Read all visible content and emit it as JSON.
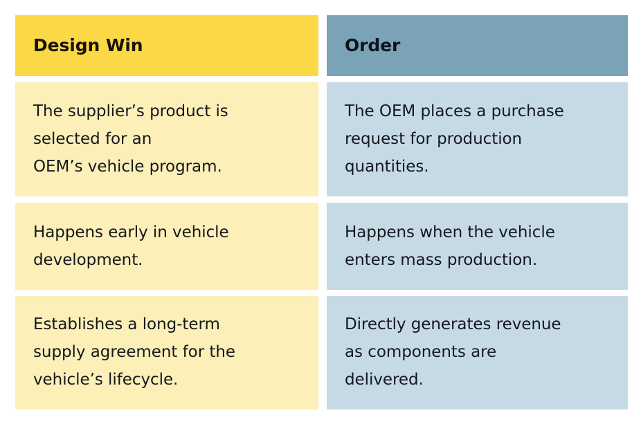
{
  "table": {
    "columns": [
      {
        "id": "design-win",
        "header": "Design Win",
        "header_color": "#FBD946",
        "body_color": "#FDEFB8"
      },
      {
        "id": "order",
        "header": "Order",
        "header_color": "#7BA3B8",
        "body_color": "#C6DAE6"
      }
    ],
    "rows": [
      {
        "design_win": "The supplier’s product is\nselected for an\nOEM’s vehicle program.",
        "order": "The OEM places a purchase\nrequest for production\nquantities."
      },
      {
        "design_win": "Happens early in vehicle\ndevelopment.",
        "order": "Happens when the vehicle\nenters mass production."
      },
      {
        "design_win": "Establishes a long-term\nsupply agreement for the\nvehicle’s lifecycle.",
        "order": "Directly generates revenue\nas components are\ndelivered."
      }
    ]
  },
  "colors": {
    "background": "#FFFFFF",
    "header_accent_left": "#FBD946",
    "header_accent_right": "#7BA3B8",
    "body_left": "#FDEFB8",
    "body_right": "#C6DAE6",
    "text": "#14181D",
    "header_text": "#1A1208"
  }
}
